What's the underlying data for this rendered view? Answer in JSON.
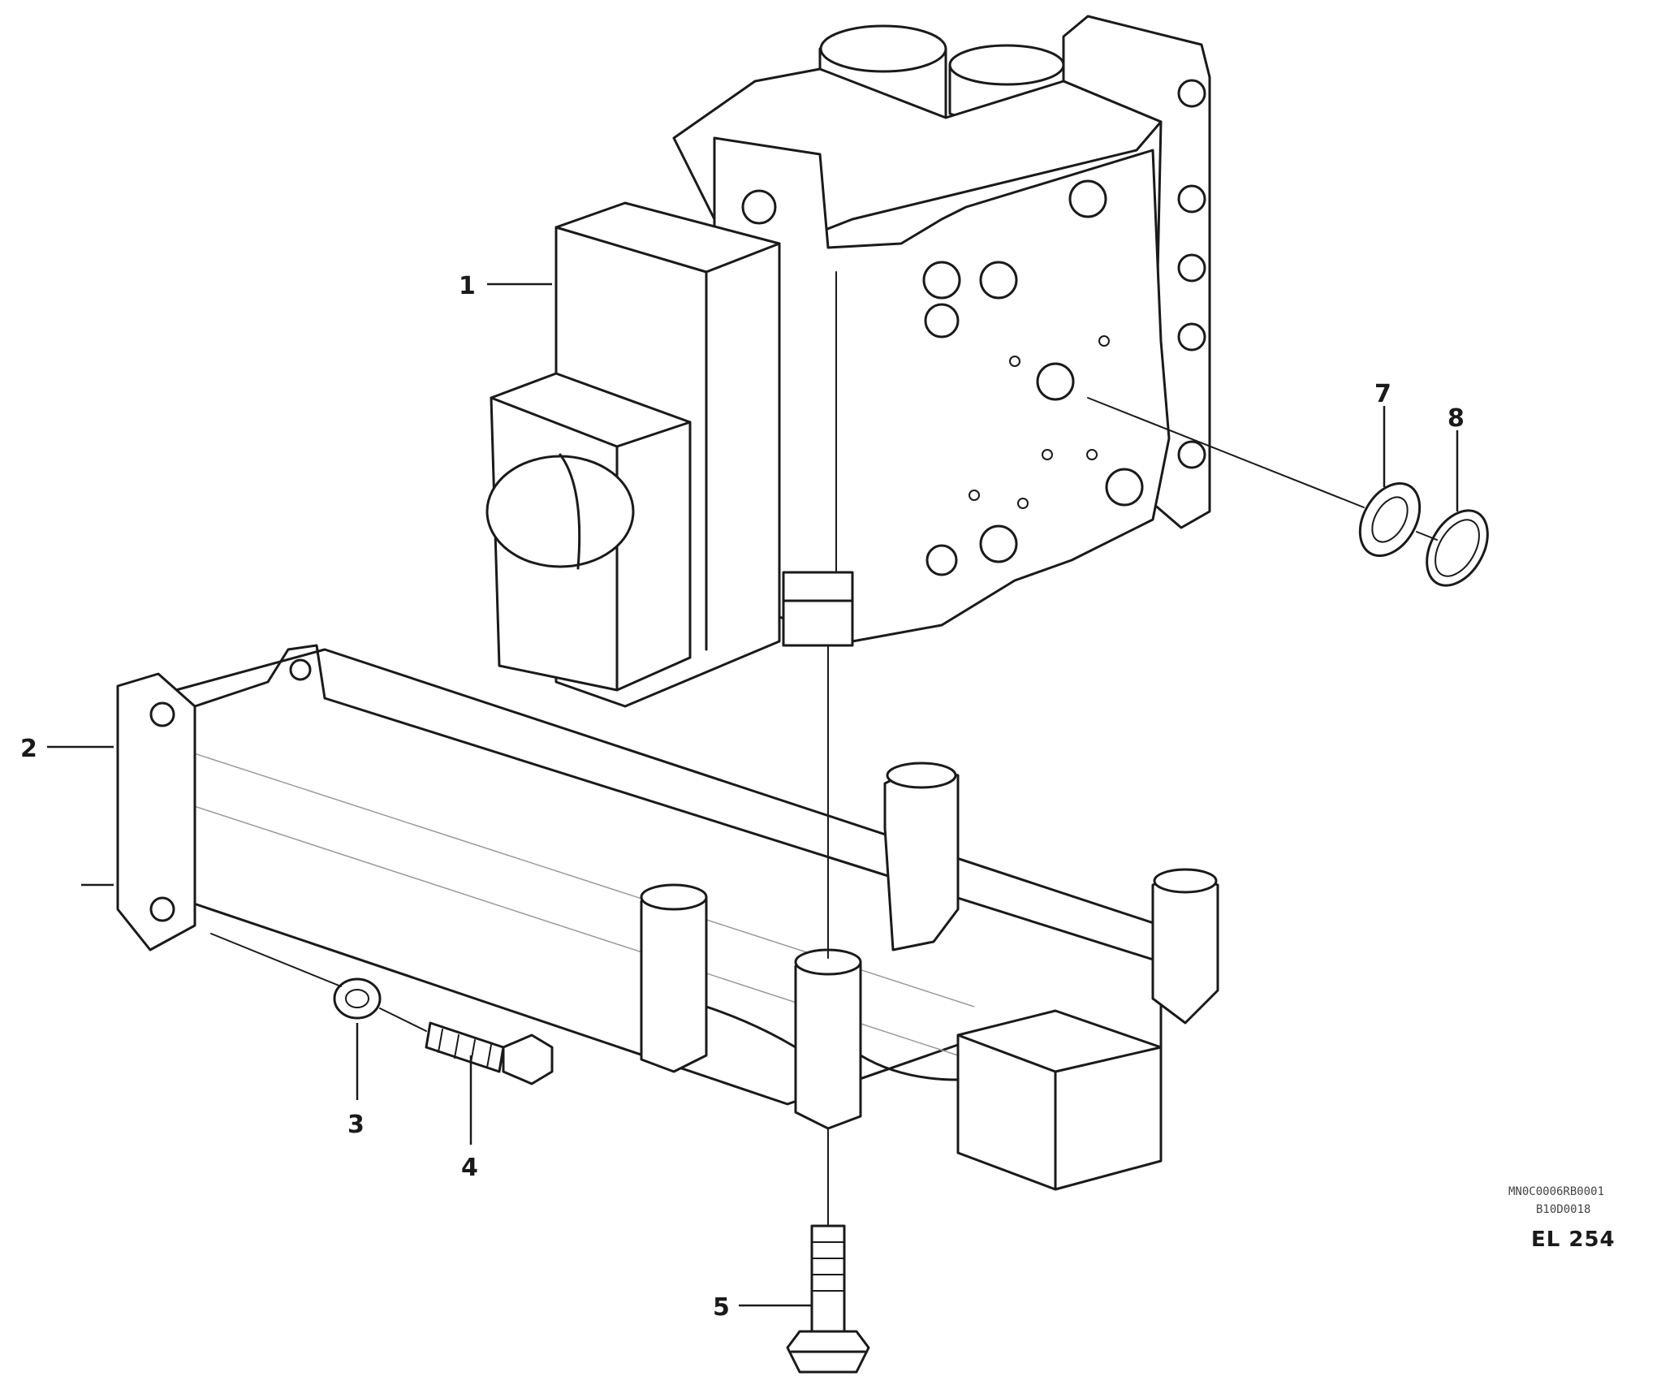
{
  "callouts": [
    {
      "id": "1",
      "label": "1"
    },
    {
      "id": "2",
      "label": "2"
    },
    {
      "id": "3",
      "label": "3"
    },
    {
      "id": "4",
      "label": "4"
    },
    {
      "id": "5",
      "label": "5"
    },
    {
      "id": "7",
      "label": "7"
    },
    {
      "id": "8",
      "label": "8"
    }
  ],
  "reference": {
    "line1": "MN0C0006RB0001",
    "line2": "B10D0018",
    "code": "EL 254"
  }
}
